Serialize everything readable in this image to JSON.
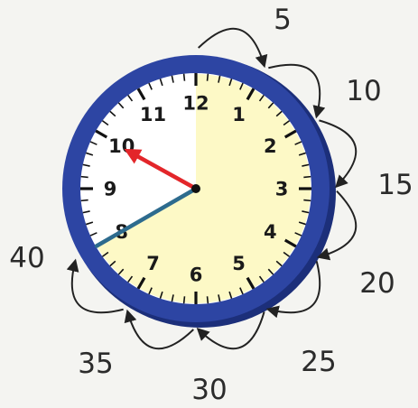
{
  "clock": {
    "hour_numbers": [
      "12",
      "1",
      "2",
      "3",
      "4",
      "5",
      "6",
      "7",
      "8",
      "9",
      "10",
      "11"
    ],
    "time_shown": "9:40",
    "elapsed_minutes_shaded": 40,
    "elapsed_label": "40",
    "minute_labels": [
      "5",
      "10",
      "15",
      "20",
      "25",
      "30",
      "35",
      "40"
    ]
  },
  "colors": {
    "rim": "#2d45a3",
    "rim_dark": "#1c2f7a",
    "face": "#ffffff",
    "shaded": "#fdf9c6",
    "hour_hand": "#e3262a",
    "minute_hand": "#2d6b8e",
    "arrow": "#222222"
  }
}
